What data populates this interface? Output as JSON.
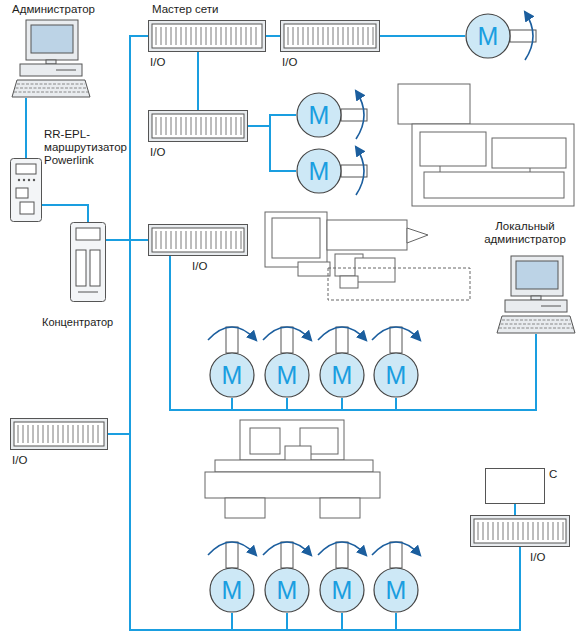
{
  "diagram": {
    "nodes": [
      {
        "text": [
          "Администратор"
        ]
      },
      {
        "text": [
          "RR-EPL- маршрутизатор Powerlink"
        ]
      },
      {
        "text": [
          "Концентратор"
        ]
      },
      {
        "text": [
          "Мастер сети",
          "I/O"
        ]
      },
      {
        "text": [
          "I/O"
        ]
      },
      {
        "text": [
          "M"
        ]
      },
      {
        "text": [
          "I/O"
        ]
      },
      {
        "text": [
          "M"
        ]
      },
      {
        "text": [
          "M"
        ]
      },
      {
        "text": [
          "I/O"
        ]
      },
      {
        "text": [
          "M"
        ]
      },
      {
        "text": [
          "M"
        ]
      },
      {
        "text": [
          "M"
        ]
      },
      {
        "text": [
          "M"
        ]
      },
      {
        "text": [
          "Локальный администратор"
        ]
      },
      {
        "text": [
          "I/O"
        ]
      },
      {
        "text": [
          "M"
        ]
      },
      {
        "text": [
          "M"
        ]
      },
      {
        "text": [
          "M"
        ]
      },
      {
        "text": [
          "M"
        ]
      },
      {
        "text": [
          "C"
        ]
      },
      {
        "text": [
          "I/O"
        ]
      }
    ],
    "edges": [
      {
        "from": 0,
        "to": 1,
        "arrow": "none"
      },
      {
        "from": 1,
        "to": 2,
        "arrow": "none"
      },
      {
        "from": 2,
        "to": 3,
        "arrow": "none"
      },
      {
        "from": 2,
        "to": 9,
        "arrow": "none"
      },
      {
        "from": 2,
        "to": 15,
        "arrow": "none"
      },
      {
        "from": 2,
        "to": 16,
        "arrow": "none"
      },
      {
        "from": 2,
        "to": 17,
        "arrow": "none"
      },
      {
        "from": 2,
        "to": 18,
        "arrow": "none"
      },
      {
        "from": 2,
        "to": 19,
        "arrow": "none"
      },
      {
        "from": 2,
        "to": 21,
        "arrow": "none"
      },
      {
        "from": 3,
        "to": 4,
        "arrow": "none"
      },
      {
        "from": 4,
        "to": 5,
        "arrow": "none"
      },
      {
        "from": 3,
        "to": 6,
        "arrow": "none"
      },
      {
        "from": 6,
        "to": 7,
        "arrow": "none"
      },
      {
        "from": 6,
        "to": 8,
        "arrow": "none"
      },
      {
        "from": 9,
        "to": 10,
        "arrow": "none"
      },
      {
        "from": 9,
        "to": 11,
        "arrow": "none"
      },
      {
        "from": 9,
        "to": 12,
        "arrow": "none"
      },
      {
        "from": 9,
        "to": 13,
        "arrow": "none"
      },
      {
        "from": 9,
        "to": 14,
        "arrow": "none"
      },
      {
        "from": 21,
        "to": 20,
        "arrow": "none"
      }
    ]
  }
}
